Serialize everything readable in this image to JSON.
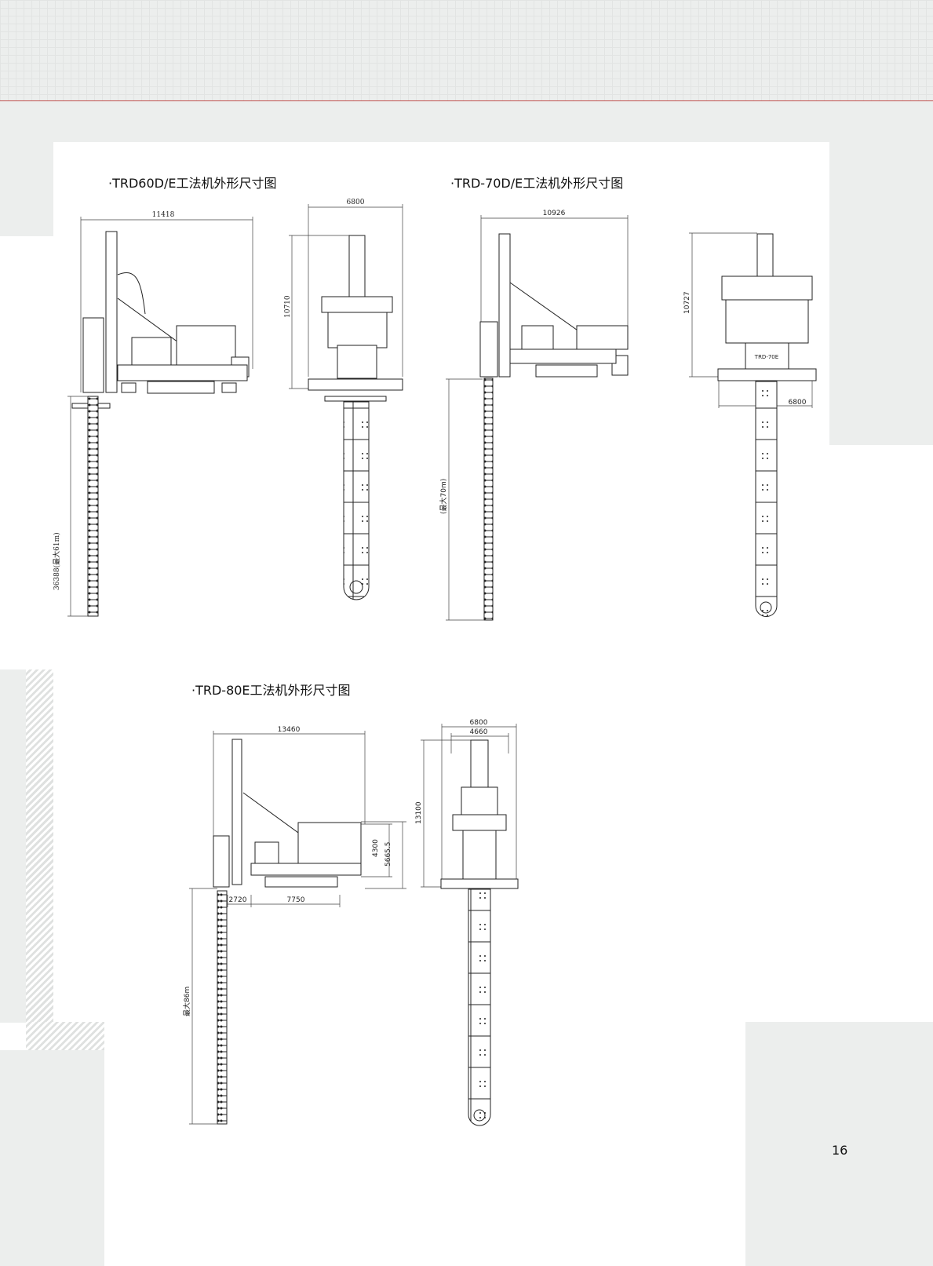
{
  "titles": {
    "trd60": "·TRD60D/E工法机外形尺寸图",
    "trd70": "·TRD-70D/E工法机外形尺寸图",
    "trd80": "·TRD-80E工法机外形尺寸图"
  },
  "trd60": {
    "side_length": "11418",
    "side_depth": "36388(最大61m)",
    "front_width": "6800",
    "front_height": "10710"
  },
  "trd70": {
    "side_length": "10926",
    "side_depth": "(最大70m)",
    "front_height": "10727",
    "front_width": "6800",
    "badge": "TRD-70E"
  },
  "trd80": {
    "side_length": "13460",
    "side_height_1": "4300",
    "side_height_2": "5665.5",
    "side_span_1": "2720",
    "side_span_2": "7750",
    "side_depth": "最大86m",
    "front_width_outer": "6800",
    "front_width_inner": "4660",
    "front_height": "13100"
  },
  "page_number": "16"
}
